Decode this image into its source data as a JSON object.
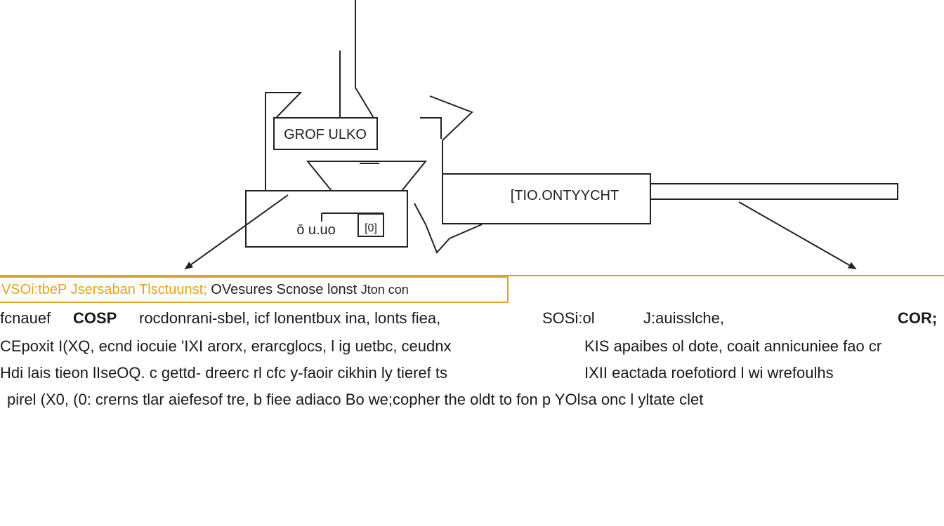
{
  "diagram": {
    "labels": {
      "top_box": "GROF ULKO",
      "left_box": "ō u.uo",
      "left_box_badge": "[0]",
      "right_box": "[TIO.ONTYYCHT"
    },
    "colors": {
      "line": "#222222",
      "accent": "#e3a321"
    }
  },
  "caption": {
    "prefix": "VSOi:tbeP Jsersaban  Tlsctuunst;",
    "rest": " OVesures  Scnose  lonst  ",
    "tail": "Jton con"
  },
  "rows": [
    {
      "a": "fcnauef",
      "b": "COSP",
      "c": "rocdonrani-sbel, icf  lonentbux ina, lonts fiea,",
      "d": "SOSi:ol",
      "e": "J:auisslche,",
      "f": "COR;"
    },
    {
      "a": "CEpoxit  I(XQ, ecnd iocuie   'IXI  arorx, erarcglocs, l  ig  uetbc, ceudnx",
      "b": "KIS apaibes ol  dote, coait  annicuniee  fao cr"
    },
    {
      "a": "Hdi lais  tieon  lIseOQ. c gettd- dreerc  rl  cfc y-faoir cikhin  ly  tieref ts",
      "b": "IXII  eactada  roefotiord  l  wi wrefoulhs"
    },
    {
      "a": "pirel (X0, (0: crerns  tlar aiefesof  tre, b   fiee adiaco  Bo we;copher the  oldt  to  fon  p  YOlsa onc l  yltate  clet"
    }
  ]
}
